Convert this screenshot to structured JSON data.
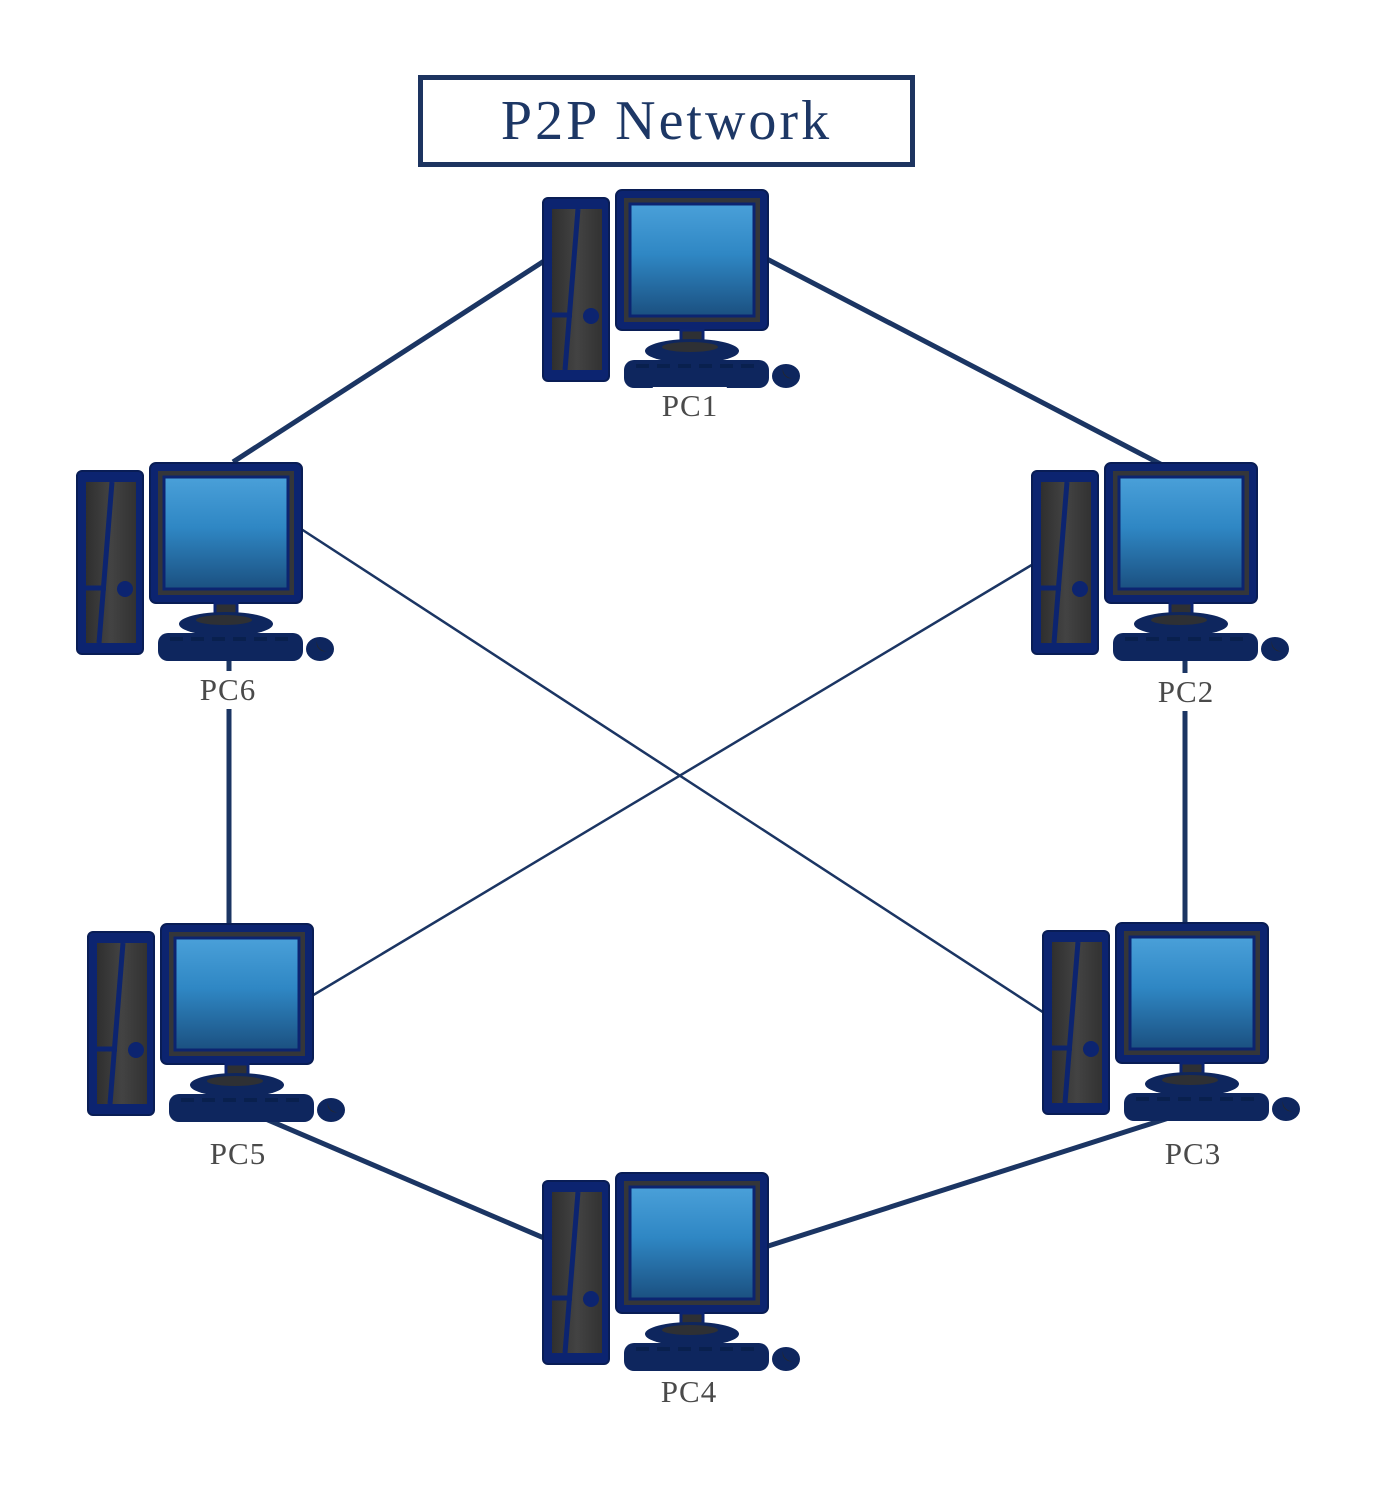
{
  "title": {
    "text": "P2P Network"
  },
  "diagram_type": "peer-to-peer network topology",
  "nodes": [
    {
      "id": "PC1",
      "label": "PC1",
      "position": "top-center"
    },
    {
      "id": "PC2",
      "label": "PC2",
      "position": "upper-right"
    },
    {
      "id": "PC3",
      "label": "PC3",
      "position": "lower-right"
    },
    {
      "id": "PC4",
      "label": "PC4",
      "position": "bottom-center"
    },
    {
      "id": "PC5",
      "label": "PC5",
      "position": "lower-left"
    },
    {
      "id": "PC6",
      "label": "PC6",
      "position": "upper-left"
    }
  ],
  "connections": [
    {
      "from": "PC1",
      "to": "PC6",
      "weight": "thick"
    },
    {
      "from": "PC1",
      "to": "PC2",
      "weight": "thick"
    },
    {
      "from": "PC6",
      "to": "PC5",
      "weight": "thick"
    },
    {
      "from": "PC2",
      "to": "PC3",
      "weight": "thick"
    },
    {
      "from": "PC5",
      "to": "PC4",
      "weight": "thick"
    },
    {
      "from": "PC3",
      "to": "PC4",
      "weight": "thick"
    },
    {
      "from": "PC6",
      "to": "PC3",
      "weight": "thin"
    },
    {
      "from": "PC2",
      "to": "PC5",
      "weight": "thin"
    }
  ],
  "colors": {
    "background": "#ffffff",
    "edge_line": "#1b3563",
    "title_border": "#1d3460",
    "title_text": "#1d3765",
    "pc_navy": "#0c2470",
    "pc_dark_navy": "#0e265e",
    "pc_panel_gray": "#3a3c3e",
    "screen_top": "#4499d5",
    "screen_bottom": "#1b5080",
    "label_text": "#4a4a4a"
  }
}
